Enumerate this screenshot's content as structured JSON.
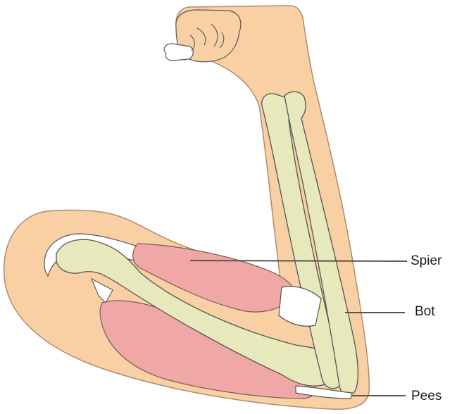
{
  "labels": {
    "muscle": "Spier",
    "bone": "Bot",
    "tendon": "Pees"
  },
  "colors": {
    "skin": "#f9cfa4",
    "skin_outline": "#b08a6e",
    "bone": "#e8e8bd",
    "muscle": "#f0a8a6",
    "tendon": "#ffffff",
    "leader_line": "#555555"
  }
}
